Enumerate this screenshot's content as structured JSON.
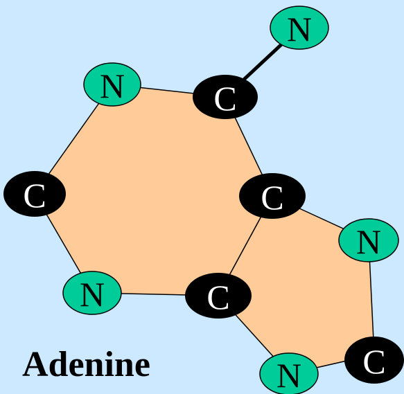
{
  "molecule": {
    "name": "Adenine"
  },
  "colors": {
    "background": "#cce9ff",
    "ring_fill": "#ffcc99",
    "nitrogen": "#00cc99",
    "carbon": "#000000",
    "bond": "#000000"
  },
  "atoms": [
    {
      "id": "amine-n",
      "symbol": "N",
      "element": "nitrogen"
    },
    {
      "id": "top-n",
      "symbol": "N",
      "element": "nitrogen"
    },
    {
      "id": "top-c",
      "symbol": "C",
      "element": "carbon"
    },
    {
      "id": "left-c",
      "symbol": "C",
      "element": "carbon"
    },
    {
      "id": "right-c",
      "symbol": "C",
      "element": "carbon"
    },
    {
      "id": "right-n",
      "symbol": "N",
      "element": "nitrogen"
    },
    {
      "id": "bottom-left-n",
      "symbol": "N",
      "element": "nitrogen"
    },
    {
      "id": "bottom-c",
      "symbol": "C",
      "element": "carbon"
    },
    {
      "id": "bottom-n",
      "symbol": "N",
      "element": "nitrogen"
    },
    {
      "id": "corner-c",
      "symbol": "C",
      "element": "carbon"
    }
  ]
}
